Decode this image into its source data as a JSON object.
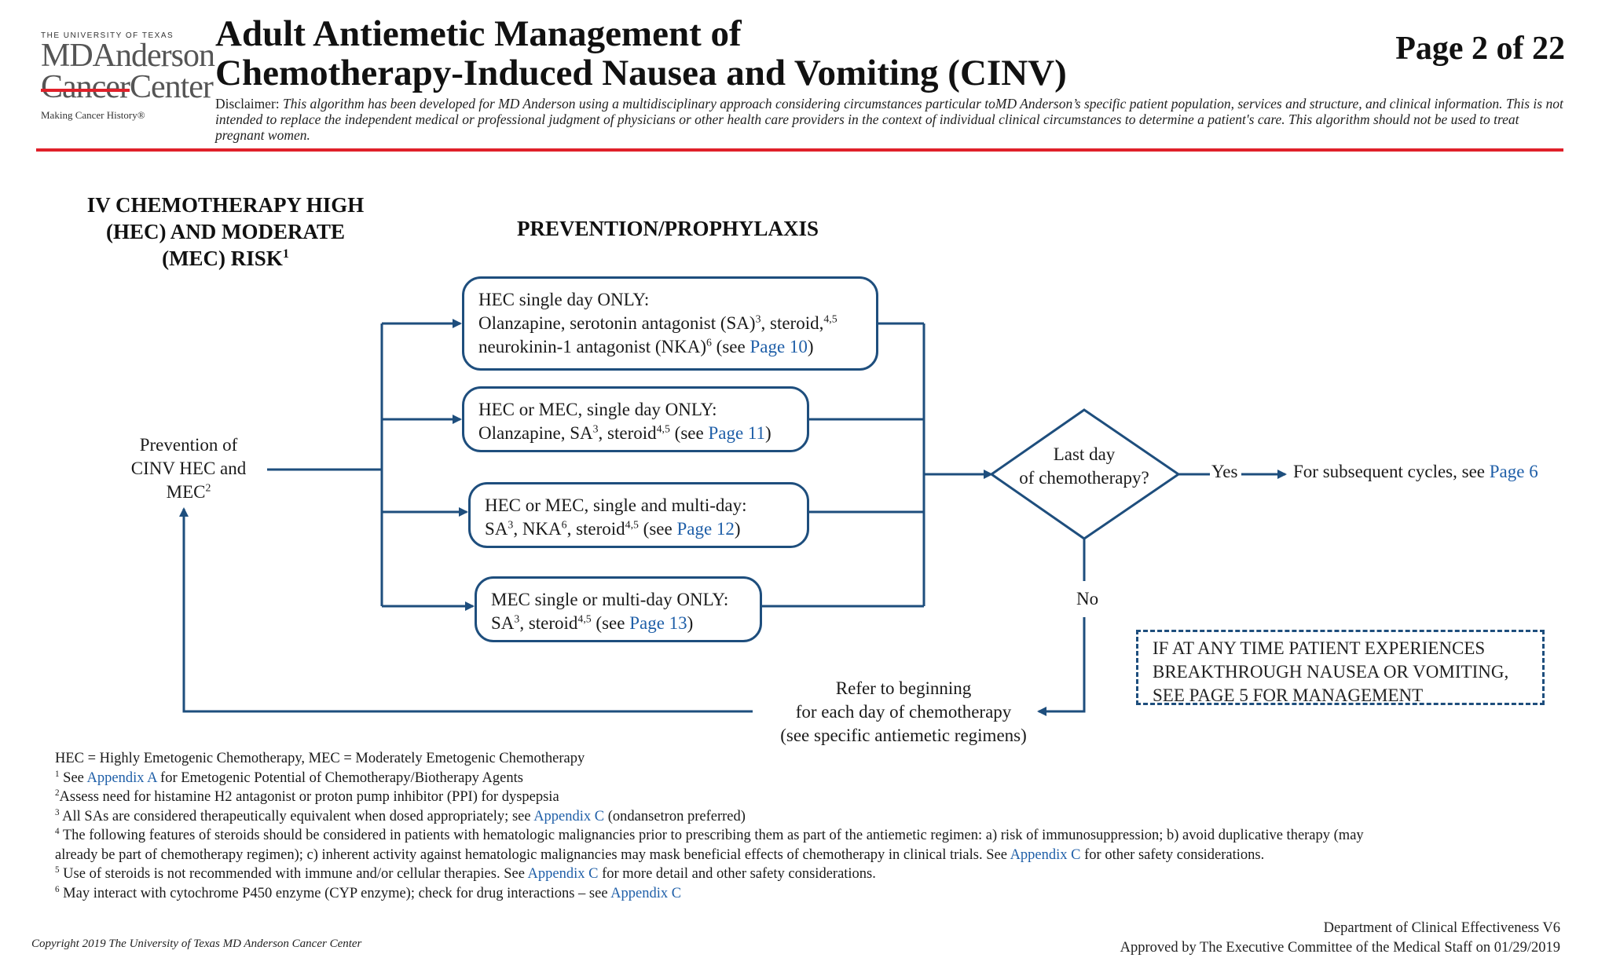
{
  "header": {
    "logo": {
      "university": "THE UNIVERSITY OF TEXAS",
      "line1": "MDAnderson",
      "line2_strike": "Cancer",
      "line2_rest": "Center",
      "tagline": "Making Cancer History®"
    },
    "title_line1": "Adult Antiemetic Management of",
    "title_line2": "Chemotherapy-Induced Nausea and Vomiting (CINV)",
    "page_number": "Page 2 of 22",
    "disclaimer_label": "Disclaimer:",
    "disclaimer_text": "This algorithm has been developed for MD Anderson using a multidisciplinary approach considering circumstances particular toMD Anderson’s specific patient population, services and structure, and clinical information. This is not intended to replace the independent medical or professional judgment of physicians or other health care providers in the context of individual clinical circumstances to determine a patient's care. This algorithm should not be used to treat pregnant women."
  },
  "sections": {
    "risk_line1": "IV CHEMOTHERAPY HIGH",
    "risk_line2": "(HEC) AND MODERATE",
    "risk_line3": "(MEC) RISK",
    "risk_sup": "1",
    "prevention": "PREVENTION/PROPHYLAXIS"
  },
  "flow": {
    "start": {
      "line1": "Prevention of",
      "line2": "CINV HEC and",
      "line3": "MEC",
      "sup": "2"
    },
    "box1": {
      "line1": "HEC single day ONLY:",
      "l2a": "Olanzapine, serotonin antagonist (SA)",
      "l2a_sup": "3",
      "l2b": ", steroid,",
      "l2b_sup": "4,5",
      "l3a": "neurokinin-1 antagonist (NKA)",
      "l3a_sup": "6",
      "l3b": " (see ",
      "link": "Page 10",
      "l3c": ")"
    },
    "box2": {
      "line1": "HEC or MEC, single day ONLY:",
      "l2a": "Olanzapine, SA",
      "l2a_sup": "3",
      "l2b": ", steroid",
      "l2b_sup": "4,5",
      "l2c": " (see ",
      "link": "Page 11",
      "l2d": ")"
    },
    "box3": {
      "line1": "HEC or MEC, single and multi-day:",
      "l2a": "SA",
      "l2a_sup": "3",
      "l2b": ", NKA",
      "l2b_sup": "6",
      "l2c": ", steroid",
      "l2c_sup": "4,5",
      "l2d": " (see ",
      "link": "Page 12",
      "l2e": ")"
    },
    "box4": {
      "line1": "MEC single or multi-day ONLY:",
      "l2a": "SA",
      "l2a_sup": "3",
      "l2b": ", steroid",
      "l2b_sup": "4,5",
      "l2c": " (see ",
      "link": "Page 13",
      "l2d": ")"
    },
    "decision": {
      "line1": "Last day",
      "line2": "of chemotherapy?"
    },
    "yes_label": "Yes",
    "no_label": "No",
    "subsequent_text": "For subsequent cycles, see ",
    "subsequent_link": "Page 6",
    "refer": {
      "line1": "Refer to beginning",
      "line2": "for each day of chemotherapy",
      "line3": "(see specific antiemetic regimens)"
    },
    "alert": {
      "line1": "IF AT ANY TIME PATIENT EXPERIENCES",
      "line2": "BREAKTHROUGH NAUSEA OR VOMITING,",
      "line3": "SEE PAGE 5 FOR MANAGEMENT"
    }
  },
  "footnotes": {
    "abbrev": "HEC = Highly Emetogenic Chemotherapy, MEC = Moderately Emetogenic Chemotherapy",
    "f1_num": "1",
    "f1_a": " See ",
    "f1_link": "Appendix A",
    "f1_b": " for Emetogenic Potential of Chemotherapy/Biotherapy Agents",
    "f2_num": "2",
    "f2_a": "Assess need for histamine H2 antagonist or proton pump inhibitor (PPI) for dyspepsia",
    "f3_num": "3",
    "f3_a": " All SAs are considered therapeutically equivalent when dosed appropriately; see ",
    "f3_link": "Appendix C",
    "f3_b": " (ondansetron preferred)",
    "f4_num": "4",
    "f4_a": " The following features of steroids should be considered in patients with hematologic malignancies prior to prescribing them as part of the antiemetic regimen: a) risk of immunosuppression; b) avoid duplicative therapy (may",
    "f4_b": "already be part of chemotherapy regimen); c) inherent activity against hematologic malignancies may mask beneficial effects of chemotherapy in clinical trials. See ",
    "f4_link": "Appendix C",
    "f4_c": " for other safety considerations.",
    "f5_num": "5",
    "f5_a": " Use of steroids is not recommended with immune and/or cellular therapies.  See ",
    "f5_link": "Appendix C",
    "f5_b": " for more detail and other safety considerations.",
    "f6_num": "6",
    "f6_a": " May interact with cytochrome P450 enzyme (CYP enzyme); check for drug interactions – see ",
    "f6_link": "Appendix C"
  },
  "footer": {
    "copyright": "Copyright 2019 The University of Texas MD Anderson Cancer Center",
    "dept": "Department of Clinical Effectiveness V6",
    "approved": "Approved by The Executive Committee of the Medical Staff on 01/29/2019"
  },
  "colors": {
    "accent_red": "#e0202a",
    "flow_blue": "#1e4e7d",
    "link_blue": "#1f5fa8"
  }
}
